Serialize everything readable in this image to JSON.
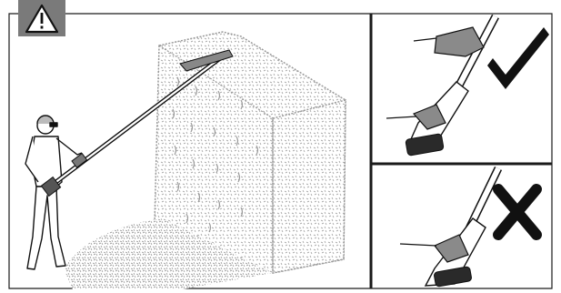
{
  "figure": {
    "warning_icon": "warning-triangle-icon",
    "panels": [
      {
        "id": "main",
        "content": "operator-cleaning-hedge-with-extension-pole"
      },
      {
        "id": "top-right",
        "content": "hand-grip-on-shaft",
        "status_icon": "checkmark-icon",
        "verdict": "correct"
      },
      {
        "id": "bottom-right",
        "content": "hand-grip-on-motor-housing",
        "status_icon": "cross-icon",
        "verdict": "incorrect"
      }
    ],
    "colors": {
      "frame": "#1a1a1a",
      "tab": "#7a7a7a",
      "hedge": "#9a9a9a",
      "glove": "#8a8a8a",
      "ink": "#111111"
    }
  }
}
